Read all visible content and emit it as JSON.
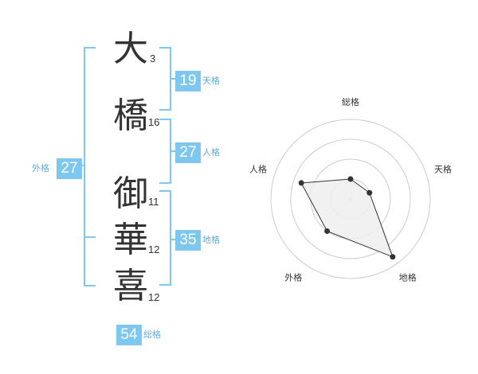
{
  "colors": {
    "accent": "#7ec8f0",
    "badge_text": "#ffffff",
    "label_text": "#5aaee0",
    "grid": "#cccccc",
    "polygon_fill": "#eeeeee",
    "polygon_stroke": "#333333"
  },
  "name": {
    "characters": [
      {
        "char": "大",
        "strokes": "3"
      },
      {
        "char": "橋",
        "strokes": "16"
      },
      {
        "char": "御",
        "strokes": "11"
      },
      {
        "char": "華",
        "strokes": "12"
      },
      {
        "char": "喜",
        "strokes": "12"
      }
    ]
  },
  "fortune": {
    "tenkaku": {
      "value": "19",
      "label": "天格"
    },
    "jinkaku": {
      "value": "27",
      "label": "人格"
    },
    "chikaku": {
      "value": "35",
      "label": "地格"
    },
    "gaikaku": {
      "value": "27",
      "label": "外格"
    },
    "soukaku": {
      "value": "54",
      "label": "総格"
    }
  },
  "chart_data": {
    "type": "radar",
    "axes": [
      "総格",
      "天格",
      "地格",
      "外格",
      "人格"
    ],
    "values": [
      0.25,
      0.25,
      0.9,
      0.5,
      0.65
    ],
    "rings": 4
  }
}
